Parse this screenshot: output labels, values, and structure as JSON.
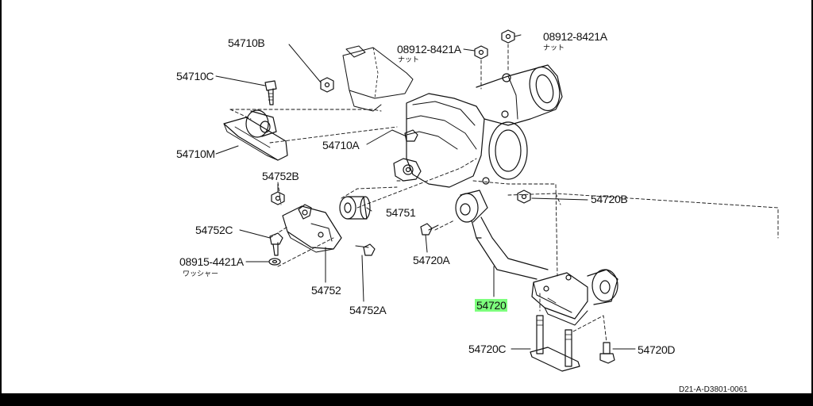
{
  "labels": {
    "p54710B": "54710B",
    "p54710C": "54710C",
    "p54710M": "54710M",
    "p54710A": "54710A",
    "p08912_left": "08912-8421A",
    "p08912_left_sub": "ナット",
    "p08912_right": "08912-8421A",
    "p08912_right_sub": "ナット",
    "p54752B": "54752B",
    "p54751": "54751",
    "p54752C": "54752C",
    "p08915": "08915-4421A",
    "p08915_sub": "ワッシャー",
    "p54752": "54752",
    "p54752A": "54752A",
    "p54720B": "54720B",
    "p54720A": "54720A",
    "p54720": "54720",
    "p54720C": "54720C",
    "p54720D": "54720D"
  },
  "diagram_code": "D21-A-D3801-0061",
  "colors": {
    "line": "#111111",
    "highlight": "#7dff7d"
  }
}
